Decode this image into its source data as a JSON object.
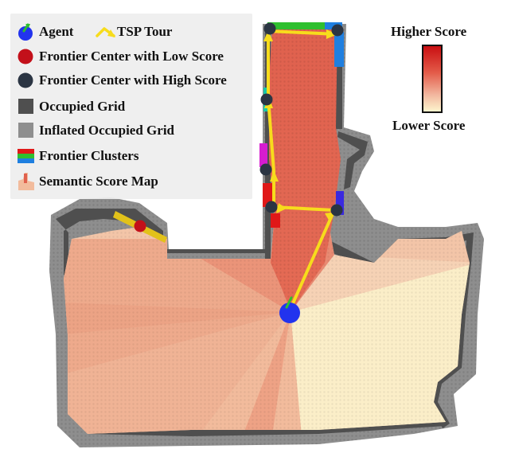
{
  "legend": {
    "agent": "Agent",
    "tsp_tour": "TSP Tour",
    "frontier_low": "Frontier Center with Low Score",
    "frontier_high": "Frontier Center with High Score",
    "occupied": "Occupied Grid",
    "inflated": "Inflated Occupied Grid",
    "frontier_clusters": "Frontier Clusters",
    "semantic_map": "Semantic Score Map"
  },
  "score_scale": {
    "higher_label": "Higher Score",
    "lower_label": "Lower Score",
    "high_color": "#c90f12",
    "low_color": "#fdf5cd"
  },
  "colors": {
    "agent": "#2233ee",
    "tour": "#f7dc1c",
    "frontier_low": "#c3101a",
    "frontier_high": "#2b3543",
    "occupied": "#4a4a4a",
    "inflated": "#8e8e8e",
    "cluster_green": "#2fbf2f",
    "cluster_blue": "#1f7fe0",
    "cluster_red": "#e01818",
    "cluster_magenta": "#d61cd0",
    "cluster_yellow": "#e2c21a",
    "cluster_teal": "#18c8a8"
  }
}
